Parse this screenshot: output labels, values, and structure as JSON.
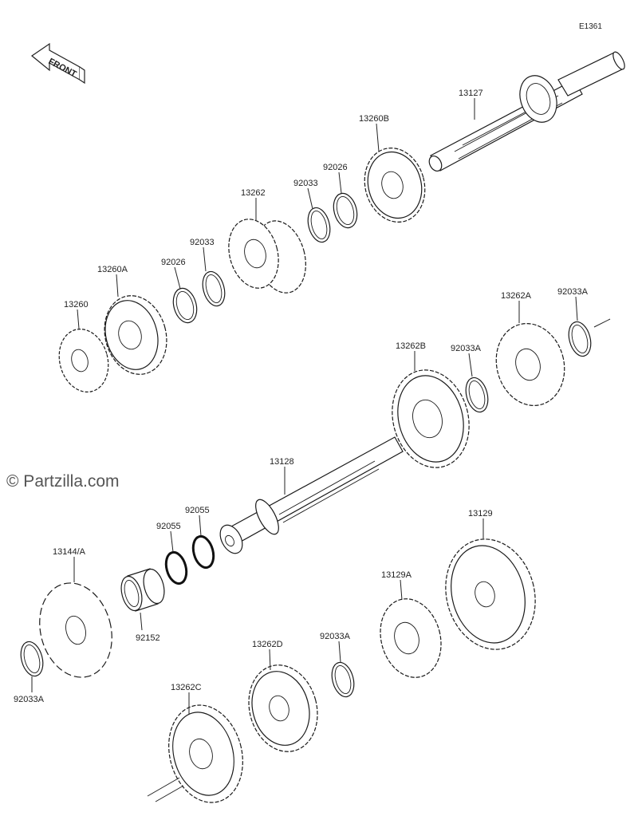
{
  "diagram": {
    "code": "E1361",
    "watermark": "© Partzilla.com",
    "front_label": "FRONT",
    "callouts": [
      {
        "id": "c13127",
        "text": "13127"
      },
      {
        "id": "c13260B",
        "text": "13260B"
      },
      {
        "id": "c92026a",
        "text": "92026"
      },
      {
        "id": "c92033a",
        "text": "92033"
      },
      {
        "id": "c13262",
        "text": "13262"
      },
      {
        "id": "c92033b",
        "text": "92033"
      },
      {
        "id": "c92026b",
        "text": "92026"
      },
      {
        "id": "c13260A",
        "text": "13260A"
      },
      {
        "id": "c13260",
        "text": "13260"
      },
      {
        "id": "c13262A",
        "text": "13262A"
      },
      {
        "id": "c92033A1",
        "text": "92033A"
      },
      {
        "id": "c13262B",
        "text": "13262B"
      },
      {
        "id": "c92033A2",
        "text": "92033A"
      },
      {
        "id": "c13128",
        "text": "13128"
      },
      {
        "id": "c92055a",
        "text": "92055"
      },
      {
        "id": "c92055b",
        "text": "92055"
      },
      {
        "id": "c13144A",
        "text": "13144/A"
      },
      {
        "id": "c92152",
        "text": "92152"
      },
      {
        "id": "c92033A3",
        "text": "92033A"
      },
      {
        "id": "c13129",
        "text": "13129"
      },
      {
        "id": "c13129A",
        "text": "13129A"
      },
      {
        "id": "c92033A4",
        "text": "92033A"
      },
      {
        "id": "c13262D",
        "text": "13262D"
      },
      {
        "id": "c13262C",
        "text": "13262C"
      }
    ]
  }
}
